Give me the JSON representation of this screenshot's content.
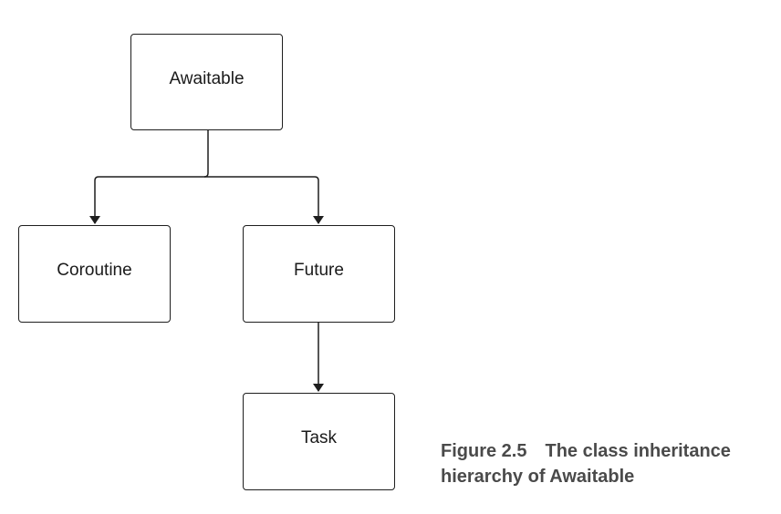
{
  "diagram": {
    "nodes": [
      {
        "id": "awaitable",
        "label": "Awaitable"
      },
      {
        "id": "coroutine",
        "label": "Coroutine"
      },
      {
        "id": "future",
        "label": "Future"
      },
      {
        "id": "task",
        "label": "Task"
      }
    ],
    "edges": [
      {
        "from": "awaitable",
        "to": "coroutine"
      },
      {
        "from": "awaitable",
        "to": "future"
      },
      {
        "from": "future",
        "to": "task"
      }
    ]
  },
  "caption": {
    "figure_number": "Figure 2.5",
    "text_line1": "The class inheritance",
    "text_line2": "hierarchy of Awaitable"
  },
  "colors": {
    "stroke": "#1e1e1e",
    "caption": "#4a4a4a"
  }
}
